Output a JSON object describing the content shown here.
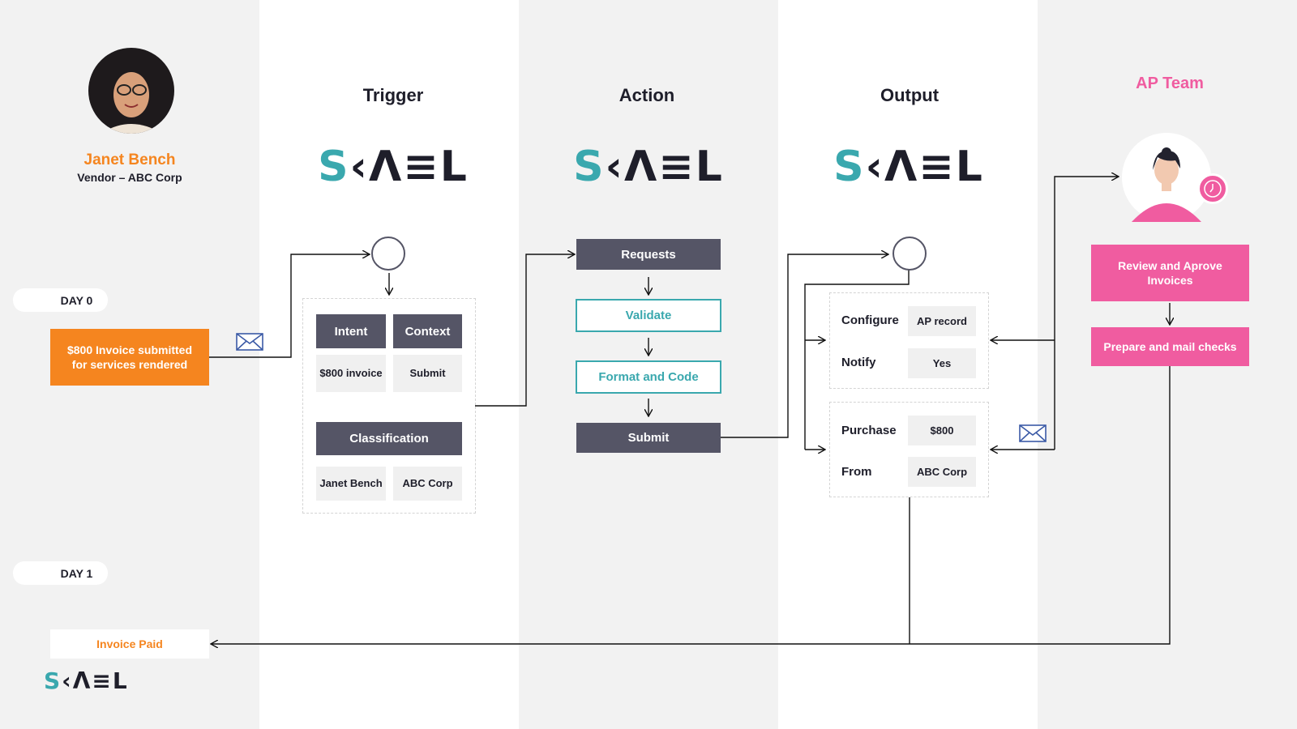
{
  "columns": {
    "trigger": {
      "title": "Trigger"
    },
    "action": {
      "title": "Action"
    },
    "output": {
      "title": "Output"
    },
    "ap": {
      "title": "AP Team"
    }
  },
  "logo": {
    "s": "S",
    "rest": "‹Λ≡L",
    "label": "SKAEL"
  },
  "vendor": {
    "name": "Janet Bench",
    "role": "Vendor – ABC Corp"
  },
  "days": {
    "day0": "DAY 0",
    "day1": "DAY 1"
  },
  "invoice_submitted": "$800 Invoice submitted for services rendered",
  "invoice_paid": "Invoice Paid",
  "trigger": {
    "intent": "Intent",
    "context": "Context",
    "intent_value": "$800 invoice",
    "context_value": "Submit",
    "classification": "Classification",
    "class_value_1": "Janet Bench",
    "class_value_2": "ABC Corp"
  },
  "action": {
    "requests": "Requests",
    "validate": "Validate",
    "format": "Format and Code",
    "submit": "Submit"
  },
  "output": {
    "configure": "Configure",
    "configure_value": "AP record",
    "notify": "Notify",
    "notify_value": "Yes",
    "purchase": "Purchase",
    "purchase_value": "$800",
    "from": "From",
    "from_value": "ABC Corp"
  },
  "ap": {
    "review": "Review and Aprove Invoices",
    "prepare": "Prepare and mail checks"
  },
  "colors": {
    "orange": "#f5851f",
    "pink": "#f05ca0",
    "teal": "#3aa8ae",
    "dark": "#555566"
  }
}
